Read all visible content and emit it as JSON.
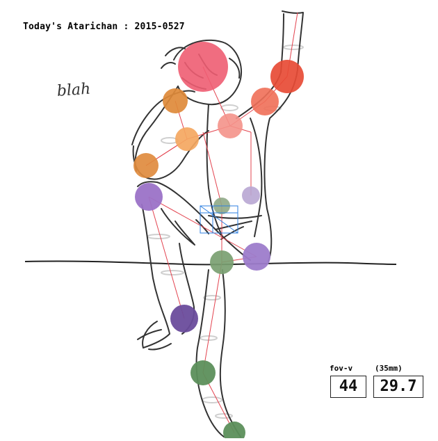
{
  "header": {
    "title": "Today's Atarichan : 2015-0527"
  },
  "scribble": {
    "text": "blah"
  },
  "camera": {
    "fov_label": "fov-v",
    "fov_value": "44",
    "focal_label": "(35mm)",
    "focal_value": "29.7"
  },
  "colors": {
    "head": "#ee5d72",
    "right_arm": "#e74b35",
    "left_arm": "#e88a3a",
    "hip_purple": "#9b72c7",
    "leg_green": "#5c8f5b",
    "bone_line": "#e3434f",
    "gizmo": "#2d7fe0"
  },
  "icons": {
    "joint": "joint-marker-icon",
    "gizmo": "transform-gizmo-icon"
  }
}
